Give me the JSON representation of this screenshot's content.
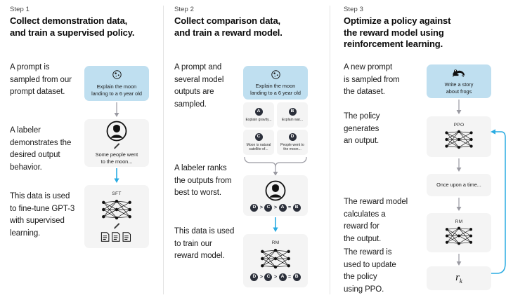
{
  "accent_blue": "#29ABE2",
  "prompt_card_bg": "#bfdff0",
  "card_bg": "#f4f4f4",
  "arrow_grey": "#9a9aa2",
  "steps": [
    {
      "label": "Step 1",
      "title": "Collect demonstration data,\nand train a supervised policy.",
      "paragraphs": [
        "A prompt is\nsampled from our\nprompt dataset.",
        "A labeler\ndemonstrates the\ndesired output\nbehavior.",
        "This data is used\nto fine-tune GPT-3\nwith supervised\nlearning."
      ],
      "prompt_card": {
        "icon": "moon-icon",
        "text": "Explain the moon\nlanding to a 6 year old"
      },
      "labeler_card": {
        "icon": "labeler-icon",
        "pencil": "pencil-icon",
        "text": "Some people went\nto the moon..."
      },
      "model_card": {
        "name": "SFT",
        "icon": "neural-network-icon",
        "pencil": "pencil-icon",
        "docs": "documents-icon"
      }
    },
    {
      "label": "Step 2",
      "title": "Collect comparison data,\nand train a reward model.",
      "paragraphs": [
        "A prompt and\nseveral model\noutputs are\nsampled.",
        "A labeler ranks\nthe outputs from\nbest to worst.",
        "This data is used\nto train our\nreward model."
      ],
      "prompt_card": {
        "icon": "moon-icon",
        "text": "Explain the moon\nlanding to a 6 year old"
      },
      "outputs": [
        {
          "badge": "A",
          "text": "Explain gravity..."
        },
        {
          "badge": "B",
          "text": "Explain war..."
        },
        {
          "badge": "C",
          "text": "Moon is natural\nsatellite of..."
        },
        {
          "badge": "D",
          "text": "People went to\nthe moon..."
        }
      ],
      "labeler_card": {
        "icon": "labeler-icon"
      },
      "ranking": [
        "D",
        ">",
        "C",
        ">",
        "A",
        "=",
        "B"
      ],
      "model_card": {
        "name": "RM",
        "icon": "neural-network-icon"
      }
    },
    {
      "label": "Step 3",
      "title": "Optimize a policy against\nthe reward model using\nreinforcement learning.",
      "paragraphs": [
        "A new prompt\nis sampled from\nthe dataset.",
        "The policy\ngenerates\nan output.",
        "The reward model\ncalculates a\nreward for\nthe output.",
        "The reward is\nused to update\nthe policy\nusing PPO."
      ],
      "prompt_card": {
        "icon": "frog-icon",
        "text": "Write a story\nabout frogs"
      },
      "policy_card": {
        "name": "PPO",
        "icon": "neural-network-icon"
      },
      "output_card": {
        "text": "Once upon a time..."
      },
      "reward_model_card": {
        "name": "RM",
        "icon": "neural-network-icon"
      },
      "reward_card": {
        "symbol": "r",
        "subscript": "k"
      }
    }
  ]
}
